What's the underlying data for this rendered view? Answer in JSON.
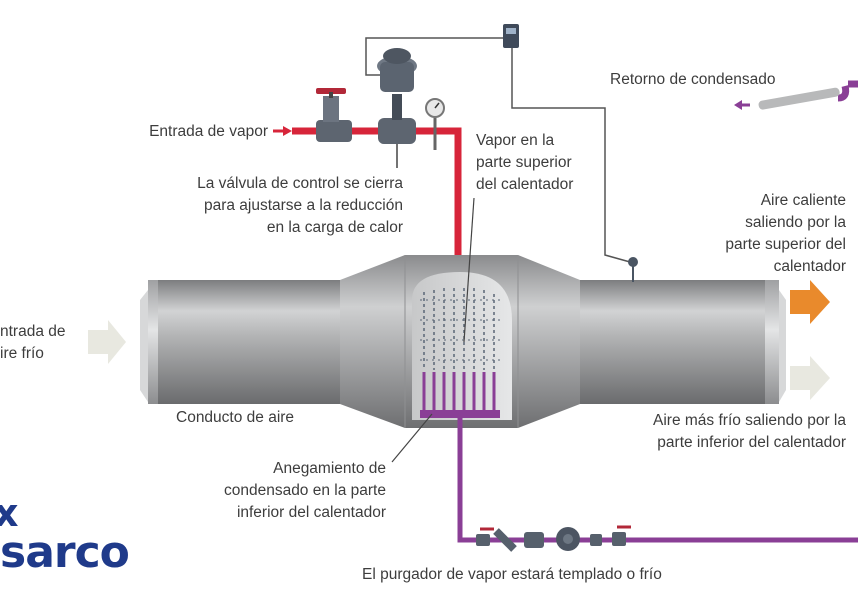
{
  "labels": {
    "steam_inlet": "Entrada de vapor",
    "control_valve": "La válvula de control se cierra\npara ajustarse a la reducción\nen la carga de calor",
    "steam_top": "Vapor en la\nparte superior\ndel calentador",
    "condensate_return": "Retorno de condensado",
    "hot_air": "Aire caliente\nsaliendo por la\nparte superior del\ncalentador",
    "cold_air_in": "ntrada de\nire frío",
    "air_duct": "Conducto de aire",
    "cooler_air": "Aire más frío saliendo por la\nparte inferior del calentador",
    "flooding": "Anegamiento de\ncondensado en la parte\ninferior del calentador",
    "trap": "El purgador de vapor estará templado o frío"
  },
  "logo": {
    "line1": "x",
    "line2": "sarco"
  },
  "colors": {
    "steam_pipe": "#d7253a",
    "condensate_pipe": "#8a3f96",
    "hot_arrow": "#e98a2c",
    "cold_arrow": "#e8e8e0",
    "duct": "#a9aaab",
    "logo": "#1f3a8a"
  }
}
